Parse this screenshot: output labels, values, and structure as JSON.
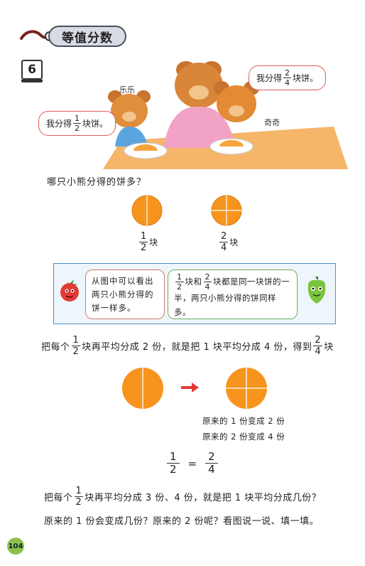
{
  "header": {
    "title": "等值分数"
  },
  "section_number": "6",
  "scene": {
    "bear_left_name": "乐乐",
    "bear_right_name": "奇奇",
    "bubble_left": {
      "prefix": "我分得",
      "num": "1",
      "den": "2",
      "suffix": "块饼。"
    },
    "bubble_right": {
      "prefix": "我分得",
      "num": "2",
      "den": "4",
      "suffix": "块饼。"
    }
  },
  "question": "哪只小熊分得的饼多？",
  "cakes": [
    {
      "num": "1",
      "den": "2",
      "unit": "块"
    },
    {
      "num": "2",
      "den": "4",
      "unit": "块"
    }
  ],
  "dialogue": {
    "left": "从图中可以看出两只小熊分得的饼一样多。",
    "right": {
      "num1": "1",
      "den1": "2",
      "text1": "块和",
      "num2": "2",
      "den2": "4",
      "text2": "块都是同一块饼的一半，两只小熊分得的饼同样多。"
    }
  },
  "line1": {
    "p1": "把每个",
    "num1": "1",
    "den1": "2",
    "p2": "块再平均分成 2 份，就是把 1 块平均分成 4 份，得到",
    "num2": "2",
    "den2": "4",
    "p3": "块"
  },
  "notes": [
    "原来的 1 份变成 2 份",
    "原来的 2 份变成 4 份"
  ],
  "equation": {
    "left_num": "1",
    "left_den": "2",
    "eq": "=",
    "right_num": "2",
    "right_den": "4"
  },
  "para1": {
    "p1": "把每个",
    "num": "1",
    "den": "2",
    "p2": "块再平均分成 3 份、4 份，就是把 1 块平均分成几份？"
  },
  "para2": "原来的 1 份会变成几份？原来的 2 份呢？看图说一说、填一填。",
  "page_number": "104",
  "colors": {
    "orange": "#f7941d",
    "arrow": "#e53935",
    "box_border": "#4f8ec9",
    "page_badge": "#8bc34a"
  }
}
